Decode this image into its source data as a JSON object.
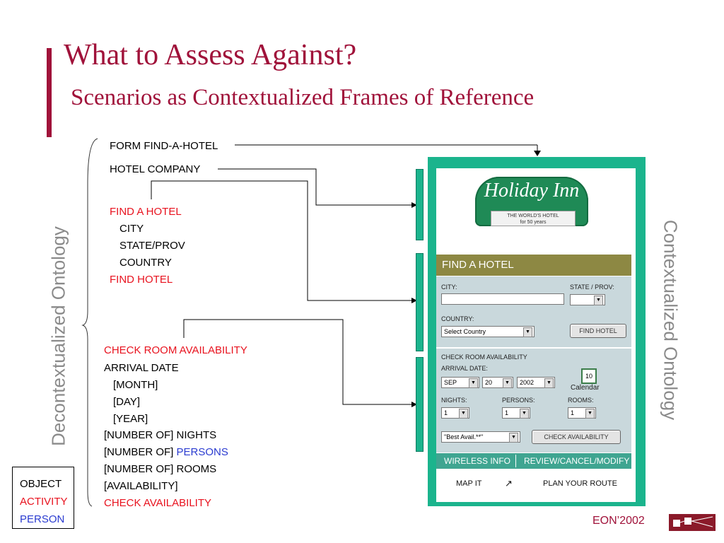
{
  "slide": {
    "title": "What to Assess Against?",
    "subtitle": "Scenarios as Contextualized Frames of Reference",
    "left_vertical": "Decontextualized Ontology",
    "right_vertical": "Contextualized Ontology",
    "footer": "EON’2002"
  },
  "ontology": {
    "form": "FORM FIND-A-HOTEL",
    "company": "HOTEL COMPANY",
    "find_hotel": "FIND A HOTEL",
    "city": "CITY",
    "state": "STATE/PROV",
    "country": "COUNTRY",
    "find_hotel_action": "FIND HOTEL",
    "check_room": "CHECK ROOM AVAILABILITY",
    "arrival": "ARRIVAL DATE",
    "month": "[MONTH]",
    "day": "[DAY]",
    "year": "[YEAR]",
    "nights": "[NUMBER OF] NIGHTS",
    "persons_prefix": "[NUMBER OF] ",
    "persons_word": "PERSONS",
    "rooms": "[NUMBER OF] ROOMS",
    "availability": "[AVAILABILITY]",
    "check_availability": "CHECK AVAILABILITY"
  },
  "legend": {
    "object": "OBJECT",
    "activity": "ACTIVITY",
    "person": "PERSON"
  },
  "ui": {
    "logo_text": "Holiday Inn",
    "logo_band": "THE WORLD'S HOTEL",
    "logo_band_sub": "for 50 years",
    "find_a_hotel": "FIND A HOTEL",
    "city_label": "CITY:",
    "state_label": "STATE / PROV:",
    "country_label": "COUNTRY:",
    "country_value": "Select Country",
    "find_hotel_btn": "FIND HOTEL",
    "check_room": "CHECK ROOM AVAILABILITY",
    "arrival_label": "ARRIVAL DATE:",
    "month_value": "SEP",
    "day_value": "20",
    "year_value": "2002",
    "calendar_num": "10",
    "calendar_label": "Calendar",
    "nights_label": "NIGHTS:",
    "persons_label": "PERSONS:",
    "rooms_label": "ROOMS:",
    "nights_value": "1",
    "persons_value": "1",
    "rooms_value": "1",
    "rate_value": "\"Best Avail.**\"",
    "check_avail_btn": "CHECK AVAILABILITY",
    "wireless": "WIRELESS INFO",
    "review": "REVIEW/CANCEL/MODIFY",
    "map_it": "MAP IT",
    "plan_route": "PLAN YOUR ROUTE"
  },
  "colors": {
    "title": "#a0123a",
    "activity": "#e8121e",
    "person": "#2a3bd0",
    "frame": "#1bb48d"
  }
}
